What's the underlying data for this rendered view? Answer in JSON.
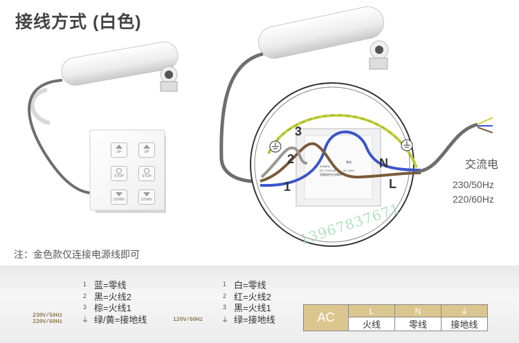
{
  "title": "接线方式 (白色)",
  "note": "注：金色款仅连接电源线即可",
  "watermark": "13967837671",
  "switch_panel": {
    "buttons": [
      {
        "icon": "up-arrow-icon",
        "label": "UP"
      },
      {
        "icon": "up-arrow-icon",
        "label": "UP"
      },
      {
        "icon": "power-icon",
        "label": "STOP"
      },
      {
        "icon": "power-icon",
        "label": "STOP"
      },
      {
        "icon": "down-arrow-icon",
        "label": "DOWN"
      },
      {
        "icon": "down-arrow-icon",
        "label": "DOWN"
      }
    ]
  },
  "wiring": {
    "numbers": [
      "3",
      "2",
      "1"
    ],
    "n_label": "N",
    "l_label": "L",
    "module_text": [
      "433MHz",
      "DC 17V/0.5A",
      "双路遥控开关模块",
      "零线",
      "AC 220V"
    ]
  },
  "ac_input": {
    "label": "交流电",
    "specs": [
      "230/50Hz",
      "220/60Hz"
    ]
  },
  "legend_left": {
    "tag": [
      "230V/50Hz",
      "220V/60Hz"
    ],
    "rows": [
      {
        "num": "1",
        "text": "蓝=零线"
      },
      {
        "num": "2",
        "text": "黑=火线2"
      },
      {
        "num": "3",
        "text": "棕=火线1"
      },
      {
        "num": "⏚",
        "text": "绿/黄=接地线"
      }
    ]
  },
  "legend_right": {
    "tag": [
      "120V/60Hz"
    ],
    "rows": [
      {
        "num": "1",
        "text": "白=零线"
      },
      {
        "num": "2",
        "text": "红=火线2"
      },
      {
        "num": "3",
        "text": "黑=火线1"
      },
      {
        "num": "⏚",
        "text": "绿=接地线"
      }
    ]
  },
  "ac_table": {
    "label": "AC",
    "columns": [
      {
        "symbol": "L",
        "name": "火线"
      },
      {
        "symbol": "N",
        "name": "零线"
      },
      {
        "symbol": "⏚",
        "name": "接地线"
      }
    ]
  },
  "colors": {
    "blue_wire": "#3a55c8",
    "brown_wire": "#7a5a3a",
    "gray_wire": "#9a9690",
    "yellow_green_wire": "#c9d23a",
    "cable": "#6e6e6e",
    "table_gold": "#dcc68f"
  }
}
